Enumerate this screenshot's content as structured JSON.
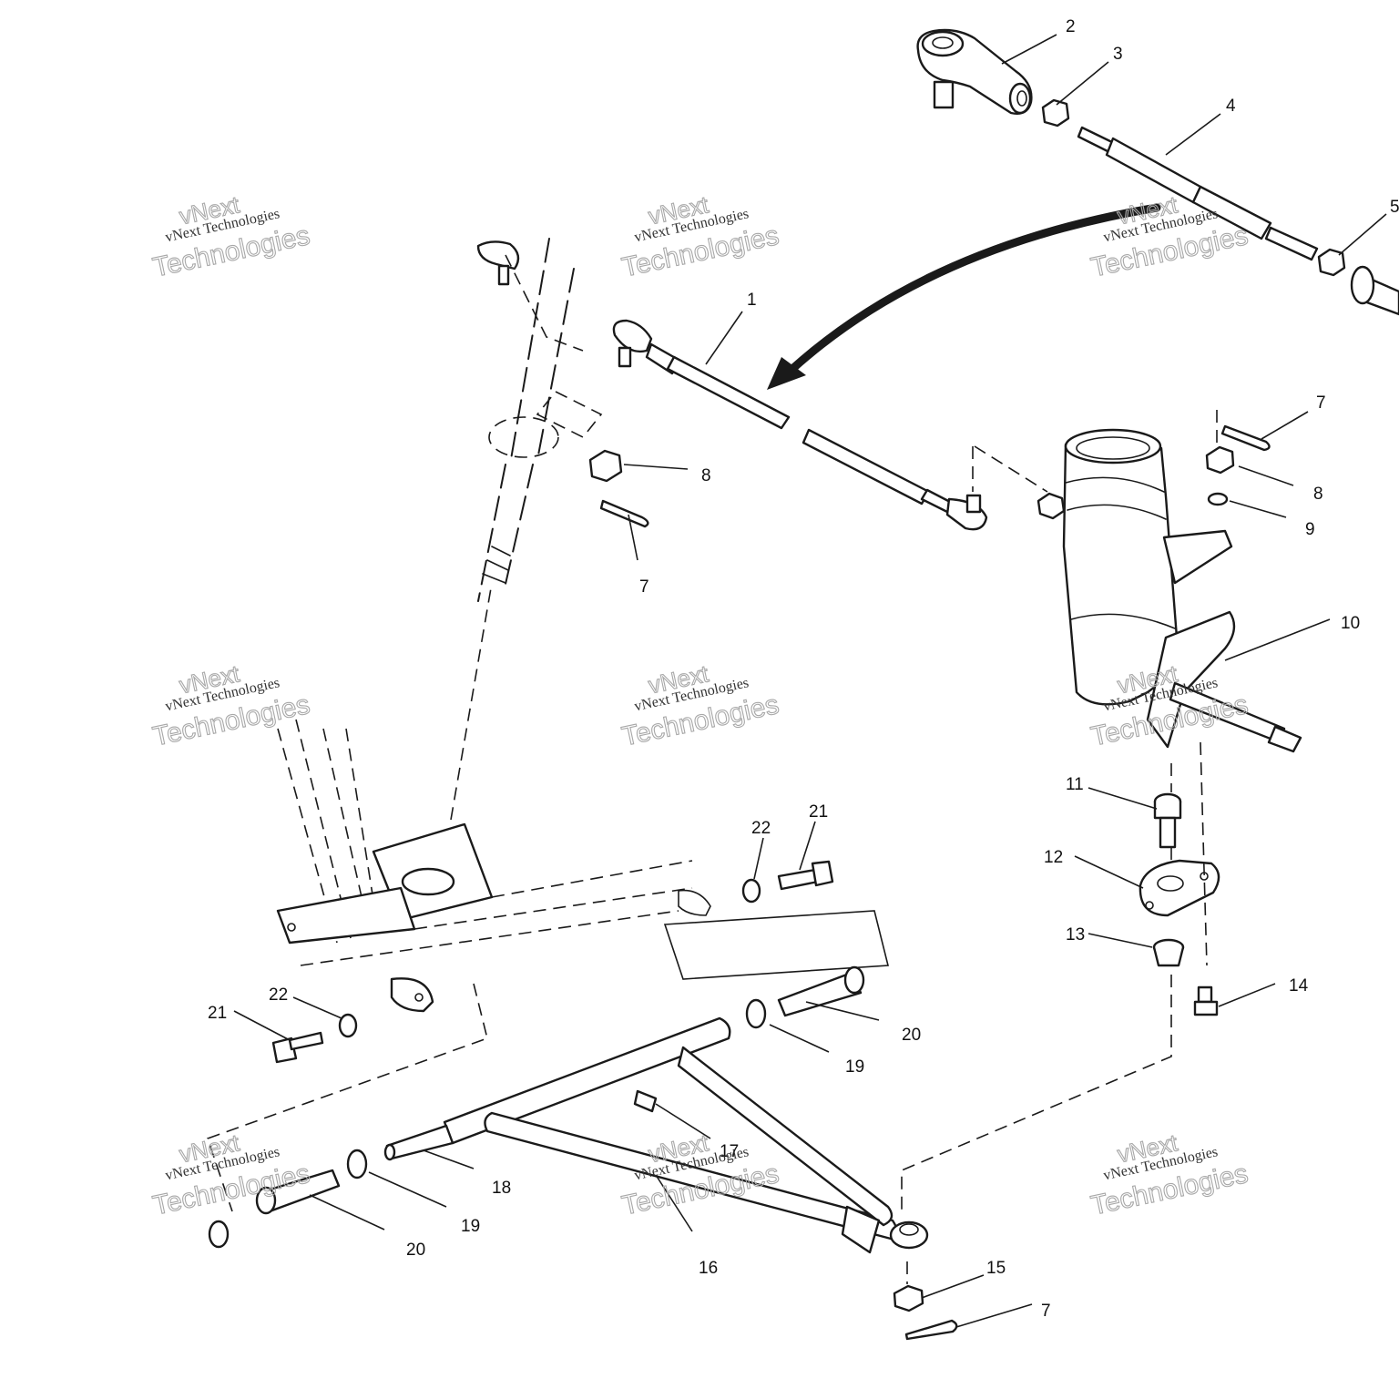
{
  "diagram": {
    "callouts": [
      {
        "id": "c1",
        "label": "1"
      },
      {
        "id": "c2",
        "label": "2"
      },
      {
        "id": "c3",
        "label": "3"
      },
      {
        "id": "c4",
        "label": "4"
      },
      {
        "id": "c5",
        "label": "5"
      },
      {
        "id": "c7a",
        "label": "7"
      },
      {
        "id": "c7b",
        "label": "7"
      },
      {
        "id": "c7c",
        "label": "7"
      },
      {
        "id": "c8a",
        "label": "8"
      },
      {
        "id": "c8b",
        "label": "8"
      },
      {
        "id": "c9",
        "label": "9"
      },
      {
        "id": "c10",
        "label": "10"
      },
      {
        "id": "c11",
        "label": "11"
      },
      {
        "id": "c12",
        "label": "12"
      },
      {
        "id": "c13",
        "label": "13"
      },
      {
        "id": "c14",
        "label": "14"
      },
      {
        "id": "c15",
        "label": "15"
      },
      {
        "id": "c16",
        "label": "16"
      },
      {
        "id": "c17",
        "label": "17"
      },
      {
        "id": "c18",
        "label": "18"
      },
      {
        "id": "c19a",
        "label": "19"
      },
      {
        "id": "c19b",
        "label": "19"
      },
      {
        "id": "c20a",
        "label": "20"
      },
      {
        "id": "c20b",
        "label": "20"
      },
      {
        "id": "c21a",
        "label": "21"
      },
      {
        "id": "c21b",
        "label": "21"
      },
      {
        "id": "c22a",
        "label": "22"
      },
      {
        "id": "c22b",
        "label": "22"
      }
    ]
  },
  "watermark": {
    "line1": "vNext",
    "line2": "vNext Technologies",
    "line3": "Technologies"
  }
}
